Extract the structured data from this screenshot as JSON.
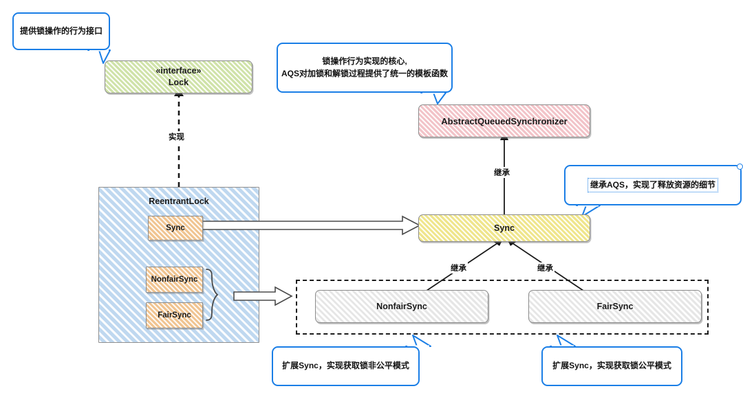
{
  "diagram": {
    "title": "ReentrantLock / AQS class diagram",
    "colors": {
      "callout_border": "#1a7ee6",
      "lock_fill": "#e8f2cf",
      "aqs_fill": "#fbe2e4",
      "sync_fill": "#fbf6c4",
      "inner_fill": "#f8ddbe",
      "container_fill": "#e2eef9",
      "subclass_fill": "#fafafa",
      "edge": "#1a1a1a"
    }
  },
  "nodes": {
    "lock": {
      "stereotype": "«interface»",
      "name": "Lock"
    },
    "aqs": {
      "name": "AbstractQueuedSynchronizer"
    },
    "sync_outer": {
      "name": "Sync"
    },
    "reentrant_lock": {
      "name": "ReentrantLock",
      "members": [
        {
          "name": "Sync"
        },
        {
          "name": "NonfairSync"
        },
        {
          "name": "FairSync"
        }
      ]
    },
    "nonfair_sync": {
      "name": "NonfairSync"
    },
    "fair_sync": {
      "name": "FairSync"
    }
  },
  "edge_labels": {
    "implements": "实现",
    "extends_aqs": "继承",
    "extends_sync_left": "继承",
    "extends_sync_right": "继承"
  },
  "callouts": {
    "lock_note": {
      "text": "提供锁操作的行为接口"
    },
    "aqs_note": {
      "line1": "锁操作行为实现的核心,",
      "line2": "AQS对加锁和解锁过程提供了统一的模板函数"
    },
    "sync_note": {
      "text": "继承AQS，实现了释放资源的细节",
      "selected": true
    },
    "nonfair_note": {
      "text": "扩展Sync，实现获取锁非公平模式"
    },
    "fair_note": {
      "text": "扩展Sync，实现获取锁公平模式"
    }
  }
}
